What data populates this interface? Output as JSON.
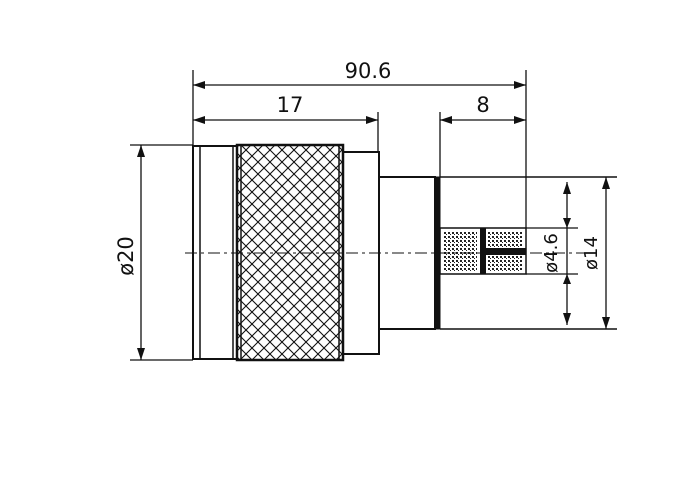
{
  "drawing": {
    "stroke_color": "#111111",
    "background_color": "#ffffff",
    "dimensions": {
      "overall_length": "90.6",
      "knurled_length": "17",
      "pin_length": "8",
      "body_diameter": "ø20",
      "pin_diameter": "ø4.6",
      "rear_diameter": "ø14"
    }
  }
}
